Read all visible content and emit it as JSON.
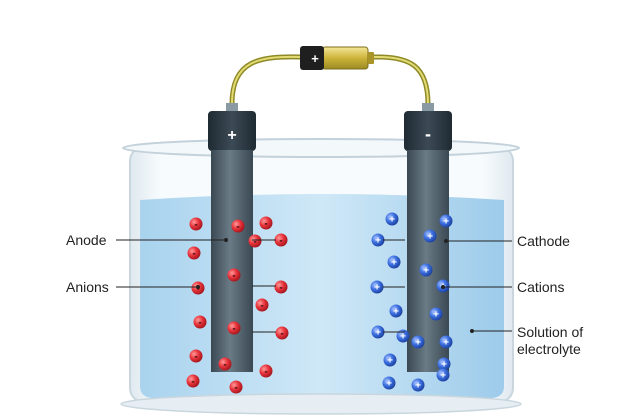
{
  "labels": {
    "anode": "Anode",
    "anions": "Anions",
    "cathode": "Cathode",
    "cations": "Cations",
    "solution": "Solution of\nelectrolyte"
  },
  "electrodes": {
    "anode_sign": "+",
    "cathode_sign": "-"
  },
  "battery": {
    "plus_sign": "+"
  },
  "ions": {
    "anion_sign": "-",
    "cation_sign": "+"
  },
  "colors": {
    "anion": "#e8333b",
    "cation": "#3b6fe0",
    "electrolyte": "#bfe0f4",
    "electrode": "#4a5a66",
    "wire": "#c9c24a",
    "battery": "#d7c24a"
  }
}
